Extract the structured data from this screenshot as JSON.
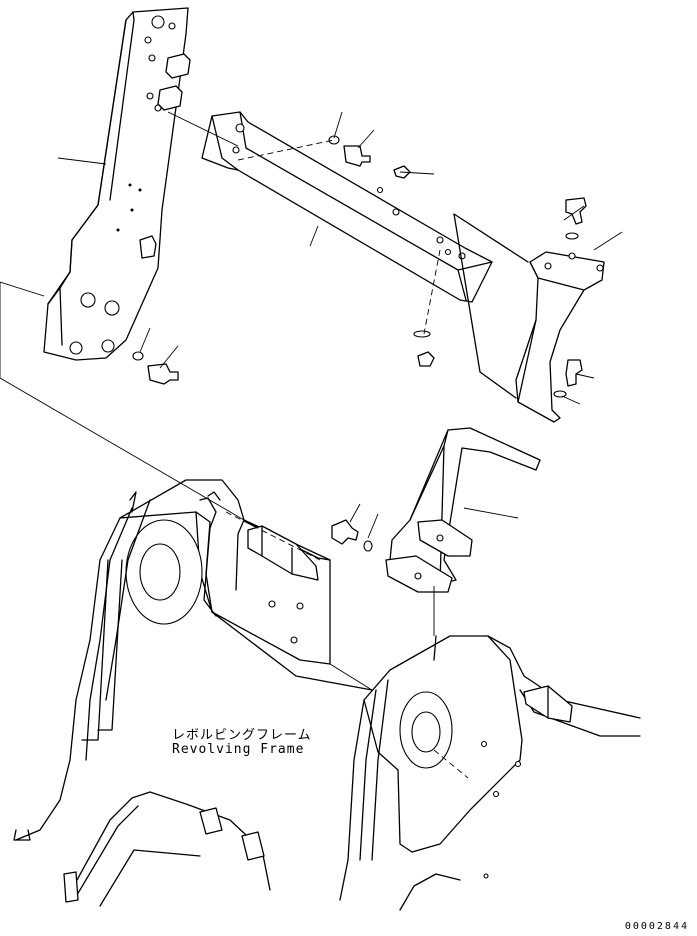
{
  "diagram": {
    "frame_label_jp": "レボルビングフレーム",
    "frame_label_en": "Revolving Frame",
    "figure_number": "00002844"
  }
}
